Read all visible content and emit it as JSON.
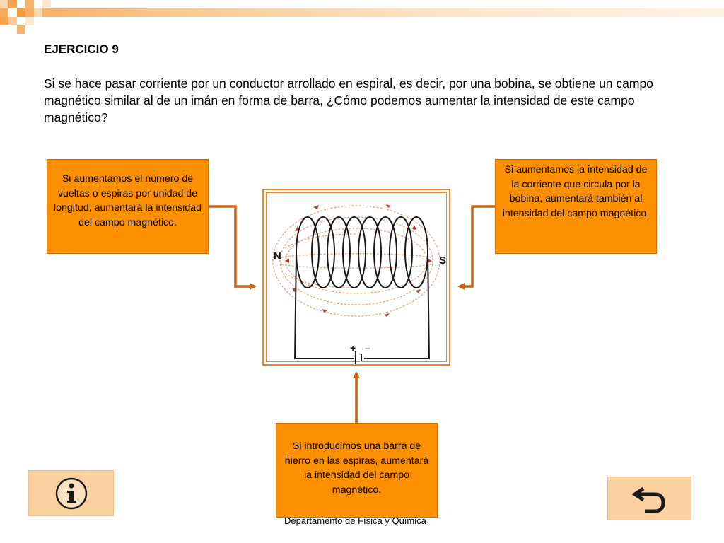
{
  "slide": {
    "title": "EJERCICIO 9",
    "question": "Si se hace pasar corriente por un conductor arrollado en espiral, es decir, por una bobina, se obtiene un campo magnético similar al de un imán en forma de barra, ¿Cómo podemos aumentar la intensidad de este campo magnético?",
    "callouts": {
      "left": "Si aumentamos el número de vueltas o espiras por unidad de longitud, aumentará la intensidad del campo magnético.",
      "right": "Si aumentamos la intensidad de la corriente que circula por la bobina, aumentará también al intensidad del campo magnético.",
      "bottom": "Si introducimos una barra de hierro en las espiras, aumentará la intensidad del campo magnético."
    },
    "figure": {
      "north_label": "N",
      "south_label": "S",
      "plus_label": "+",
      "minus_label": "–"
    },
    "footer": "Departamento de Física y Química"
  },
  "nav": {
    "info_icon": "info-icon",
    "back_icon": "return-arrow-icon"
  },
  "colors": {
    "accent": "#fc9000",
    "arrow": "#c5651a",
    "button": "#fbd1a0",
    "field_lines": "#e0a07a"
  }
}
